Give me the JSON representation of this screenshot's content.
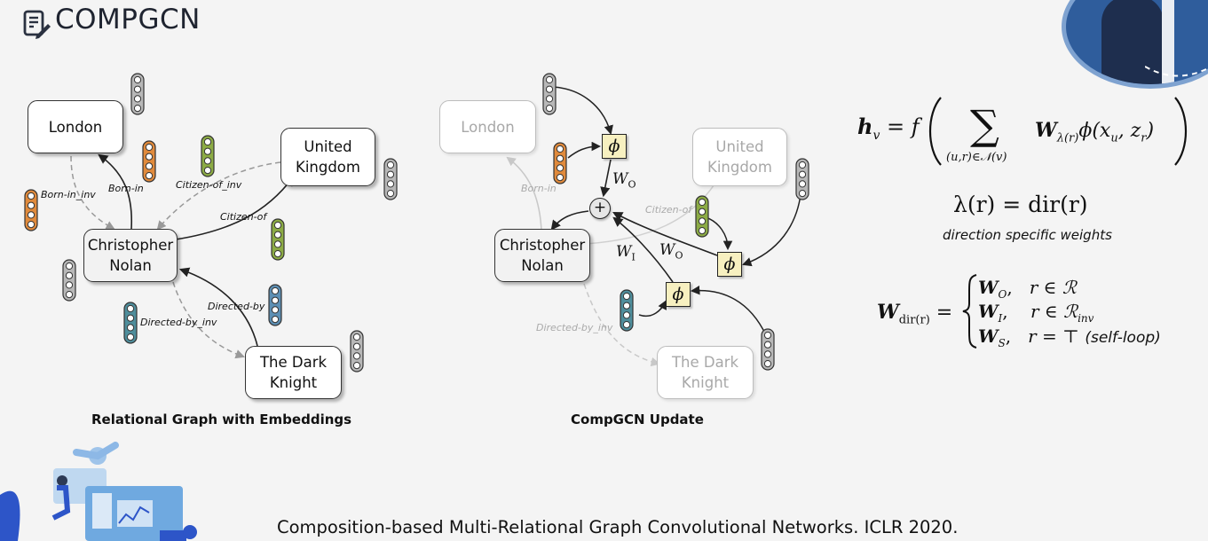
{
  "slide": {
    "title": "COMPGCN",
    "footer": "Composition-based Multi-Relational Graph Convolutional Networks. ICLR 2020."
  },
  "left_graph": {
    "caption": "Relational Graph with Embeddings",
    "nodes": {
      "london": "London",
      "uk": "United\nKingdom",
      "nolan": "Christopher\nNolan",
      "dark_knight": "The Dark\nKnight"
    },
    "edges": {
      "born_in_inv": "Born-in_inv",
      "born_in": "Born-in",
      "citizen_of_inv": "Citizen-of_inv",
      "citizen_of": "Citizen-of",
      "directed_by": "Directed-by",
      "directed_by_inv": "Directed-by_inv"
    }
  },
  "right_graph": {
    "caption": "CompGCN Update",
    "nodes": {
      "london": "London",
      "uk": "United\nKingdom",
      "nolan": "Christopher\nNolan",
      "dark_knight": "The Dark\nKnight"
    },
    "edges": {
      "born_in": "Born-in",
      "citizen_of": "Citizen-of",
      "directed_by_inv": "Directed-by_inv"
    },
    "operators": {
      "phi": "ϕ",
      "plus": "+"
    },
    "weights": {
      "w_o_top": "W",
      "w_o_top_sub": "O",
      "w_i": "W",
      "w_i_sub": "I",
      "w_o_right": "W",
      "w_o_right_sub": "O"
    }
  },
  "equations": {
    "main_lhs": "h",
    "main_lhs_sub": "v",
    "main_eq": "= f",
    "sum_symbol": "∑",
    "sum_subscript": "(u,r)∈𝒩(v)",
    "main_body": "W",
    "main_body_sub": "λ(r)",
    "main_phi": "ϕ(x",
    "main_phi_sub1": "u",
    "main_phi_mid": ", z",
    "main_phi_sub2": "r",
    "main_phi_end": ")",
    "lambda_eq": "λ(r) = dir(r)",
    "lambda_note": "direction specific weights",
    "wdir_lhs": "W",
    "wdir_lhs_sub": "dir(r)",
    "wdir_eq": "=",
    "cases": [
      {
        "w": "W",
        "sub": "O",
        "cond": "r ∈ ℛ",
        "extra": ""
      },
      {
        "w": "W",
        "sub": "I",
        "cond": "r ∈ ℛ",
        "cond_sub": "inv",
        "extra": ""
      },
      {
        "w": "W",
        "sub": "S",
        "cond": "r = ⊤",
        "extra": "(self-loop)"
      }
    ]
  },
  "colors": {
    "embedding_gray": "#b8b8b8",
    "embedding_orange": "#e08a3c",
    "embedding_green": "#8cab45",
    "embedding_teal": "#4f8e9c",
    "embedding_blue": "#5c8fb4",
    "phi_fill": "#f7f0c0",
    "avatar_blue": "#2f5d9c"
  },
  "icons": {
    "title": "document-pen-icon",
    "corner_illustration": "workspace-illustration"
  }
}
